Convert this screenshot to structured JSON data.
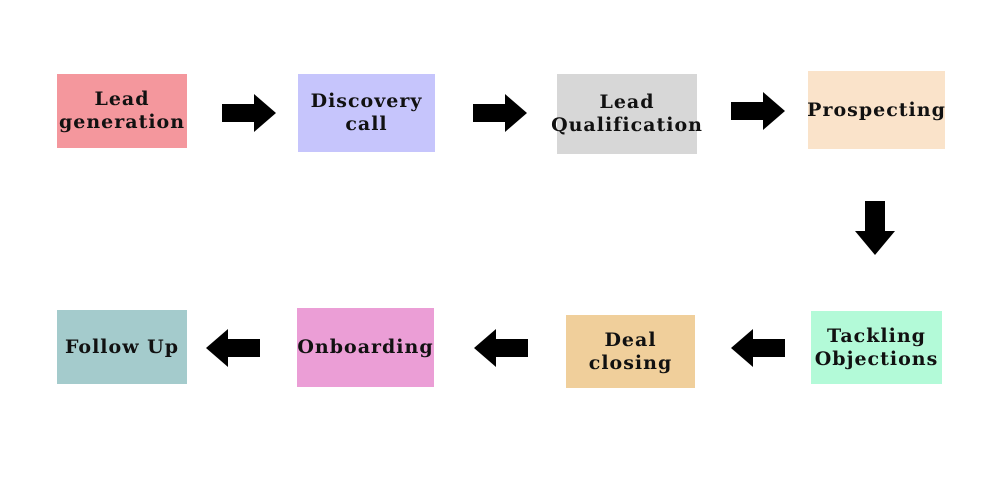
{
  "diagram": {
    "steps": [
      {
        "id": "lead-generation",
        "label": "Lead\ngeneration",
        "color": "#f4979d"
      },
      {
        "id": "discovery-call",
        "label": "Discovery\ncall",
        "color": "#c6c5fc"
      },
      {
        "id": "lead-qualification",
        "label": "Lead\nQualification",
        "color": "#d7d7d7"
      },
      {
        "id": "prospecting",
        "label": "Prospecting",
        "color": "#fae3ca"
      },
      {
        "id": "tackling-objections",
        "label": "Tackling\nObjections",
        "color": "#b3fad8"
      },
      {
        "id": "deal-closing",
        "label": "Deal\nclosing",
        "color": "#f0cf9b"
      },
      {
        "id": "onboarding",
        "label": "Onboarding",
        "color": "#eb9ed6"
      },
      {
        "id": "follow-up",
        "label": "Follow Up",
        "color": "#a4cbcc"
      }
    ],
    "arrow_color": "#000000"
  }
}
